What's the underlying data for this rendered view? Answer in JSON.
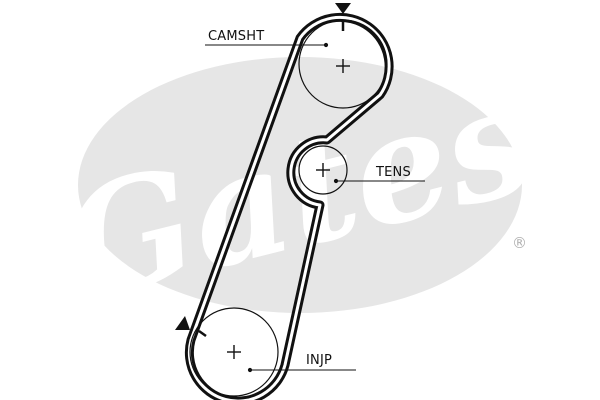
{
  "labels": {
    "camshaft": "CAMSHT",
    "tensioner": "TENS",
    "injection_pump": "INJP"
  },
  "watermark": {
    "text": "Gates",
    "registered_mark": "®",
    "ellipse_color": "#e6e6e6",
    "text_color": "#ffffff"
  },
  "colors": {
    "belt": "#111111",
    "pulley_outline": "#111111",
    "leader_line": "#111111",
    "background": "#ffffff"
  },
  "icons": [
    "timing-mark-triangle-icon",
    "pulley-center-cross-icon"
  ]
}
